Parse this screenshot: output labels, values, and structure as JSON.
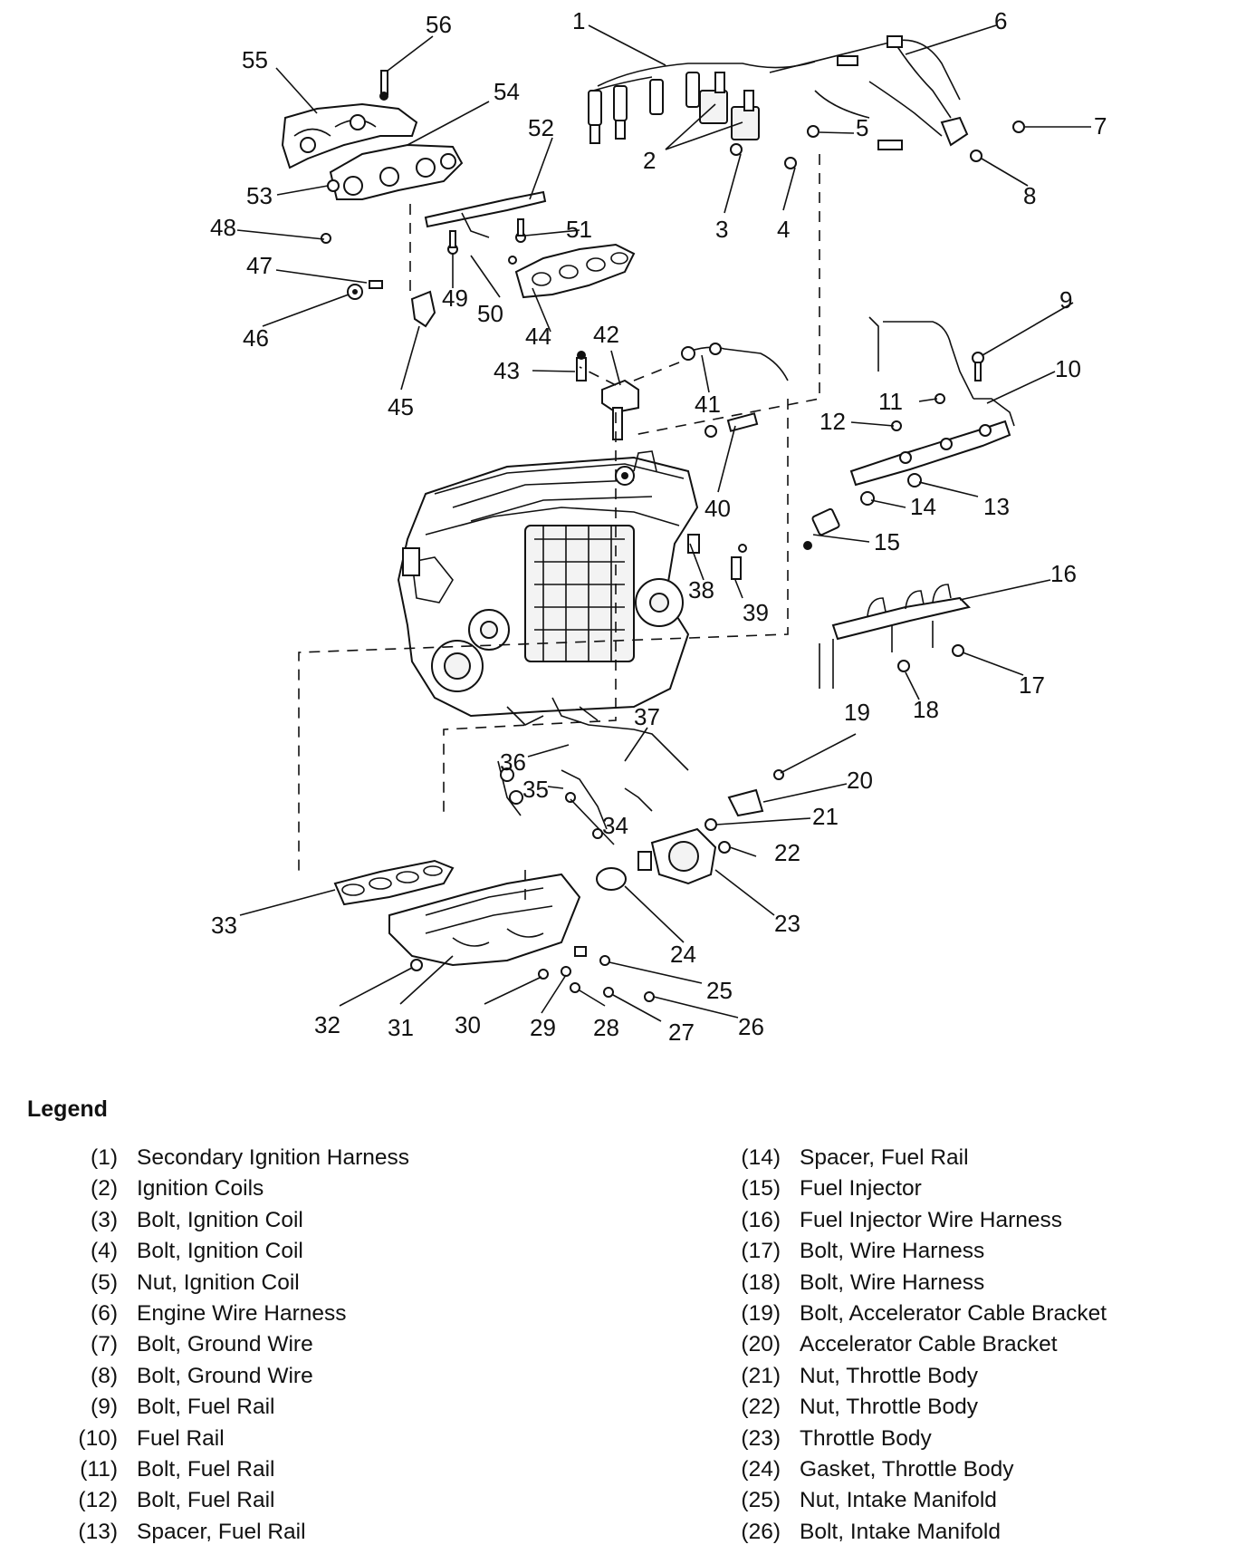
{
  "legend": {
    "title": "Legend",
    "left": [
      {
        "num": "(1)",
        "label": "Secondary Ignition Harness"
      },
      {
        "num": "(2)",
        "label": "Ignition Coils"
      },
      {
        "num": "(3)",
        "label": "Bolt, Ignition Coil"
      },
      {
        "num": "(4)",
        "label": "Bolt, Ignition Coil"
      },
      {
        "num": "(5)",
        "label": "Nut, Ignition Coil"
      },
      {
        "num": "(6)",
        "label": "Engine Wire Harness"
      },
      {
        "num": "(7)",
        "label": "Bolt, Ground Wire"
      },
      {
        "num": "(8)",
        "label": "Bolt, Ground Wire"
      },
      {
        "num": "(9)",
        "label": "Bolt, Fuel Rail"
      },
      {
        "num": "(10)",
        "label": "Fuel Rail"
      },
      {
        "num": "(11)",
        "label": "Bolt, Fuel Rail"
      },
      {
        "num": "(12)",
        "label": "Bolt, Fuel Rail"
      },
      {
        "num": "(13)",
        "label": "Spacer, Fuel Rail"
      }
    ],
    "right": [
      {
        "num": "(14)",
        "label": "Spacer, Fuel Rail"
      },
      {
        "num": "(15)",
        "label": "Fuel Injector"
      },
      {
        "num": "(16)",
        "label": "Fuel Injector Wire Harness"
      },
      {
        "num": "(17)",
        "label": "Bolt, Wire Harness"
      },
      {
        "num": "(18)",
        "label": "Bolt, Wire Harness"
      },
      {
        "num": "(19)",
        "label": "Bolt, Accelerator Cable Bracket"
      },
      {
        "num": "(20)",
        "label": "Accelerator Cable Bracket"
      },
      {
        "num": "(21)",
        "label": "Nut, Throttle Body"
      },
      {
        "num": "(22)",
        "label": "Nut, Throttle Body"
      },
      {
        "num": "(23)",
        "label": "Throttle Body"
      },
      {
        "num": "(24)",
        "label": "Gasket, Throttle Body"
      },
      {
        "num": "(25)",
        "label": "Nut, Intake Manifold"
      },
      {
        "num": "(26)",
        "label": "Bolt, Intake Manifold"
      }
    ]
  },
  "callouts": [
    "1",
    "2",
    "3",
    "4",
    "5",
    "6",
    "7",
    "8",
    "9",
    "10",
    "11",
    "12",
    "13",
    "14",
    "15",
    "16",
    "17",
    "18",
    "19",
    "20",
    "21",
    "22",
    "23",
    "24",
    "25",
    "26",
    "27",
    "28",
    "29",
    "30",
    "31",
    "32",
    "33",
    "34",
    "35",
    "36",
    "37",
    "38",
    "39",
    "40",
    "41",
    "42",
    "43",
    "44",
    "45",
    "46",
    "47",
    "48",
    "49",
    "50",
    "51",
    "52",
    "53",
    "54",
    "55",
    "56"
  ]
}
